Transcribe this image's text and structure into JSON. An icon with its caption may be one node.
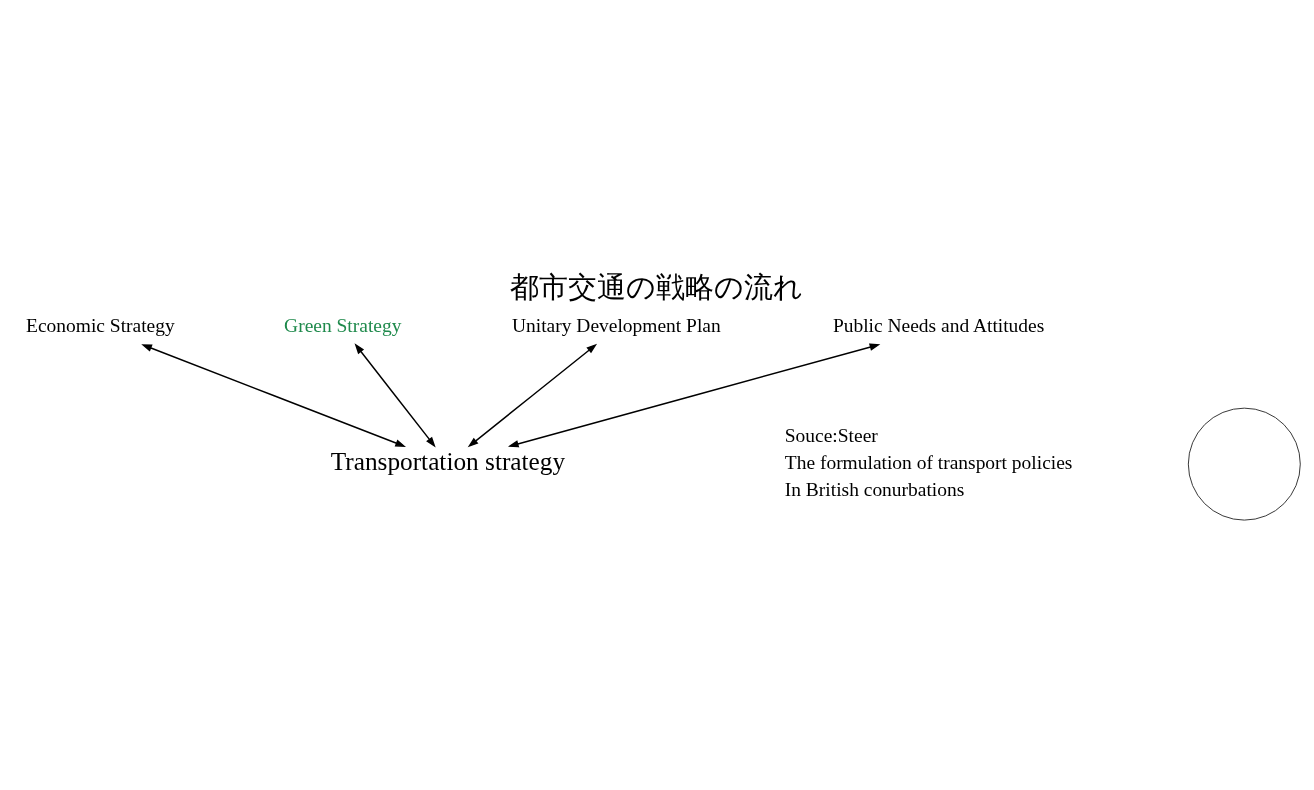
{
  "diagram": {
    "title": "都市交通の戦略の流れ",
    "nodes": [
      {
        "text": [
          "Economic Strategy"
        ]
      },
      {
        "text": [
          "Green Strategy"
        ]
      },
      {
        "text": [
          "Transportation strategy"
        ]
      },
      {
        "text": [
          "Unitary Development Plan"
        ]
      },
      {
        "text": [
          "Public Needs and Attitudes"
        ]
      },
      {
        "text": [],
        "shape": "circle"
      }
    ],
    "edges": [
      {
        "from": 0,
        "to": 2,
        "arrow": "both"
      },
      {
        "from": 1,
        "to": 2,
        "arrow": "both"
      },
      {
        "from": 3,
        "to": 2,
        "arrow": "both"
      },
      {
        "from": 4,
        "to": 2,
        "arrow": "both"
      }
    ],
    "labels": [
      "Souce:Steer",
      "The formulation of transport policies",
      "In British conurbations"
    ]
  }
}
